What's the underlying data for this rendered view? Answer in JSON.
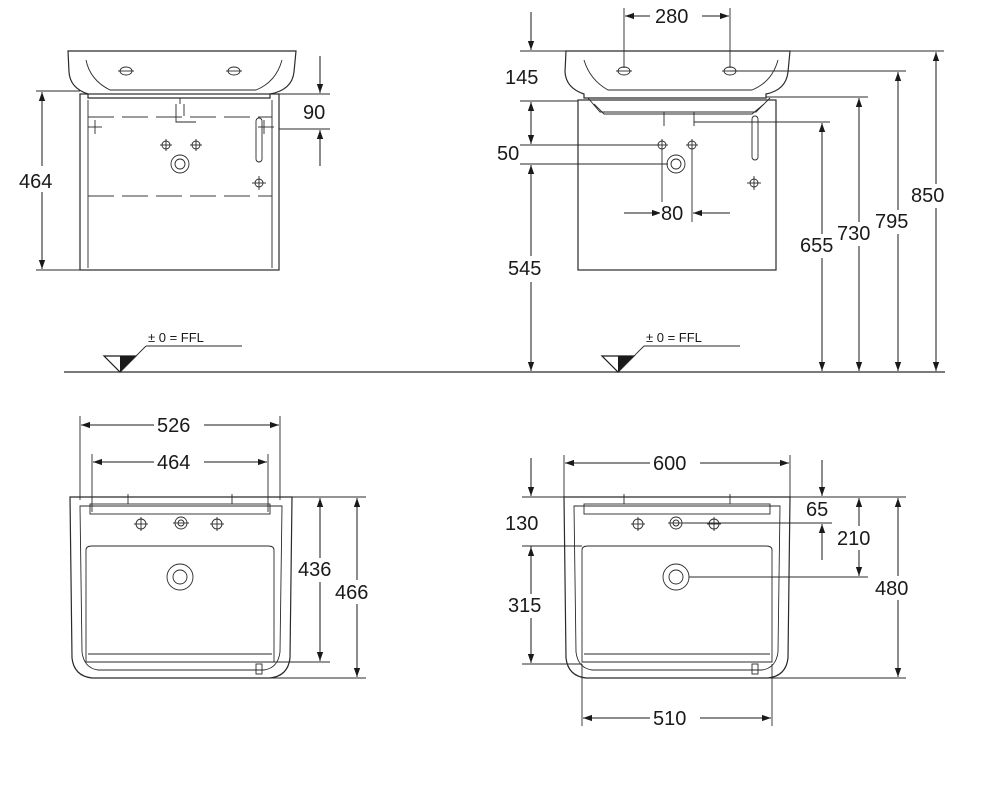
{
  "front_left": {
    "d_height": "464",
    "d_offset": "90"
  },
  "front_right": {
    "d_280": "280",
    "d_145": "145",
    "d_50": "50",
    "d_80": "80",
    "d_545": "545",
    "d_655": "655",
    "d_730": "730",
    "d_795": "795",
    "d_850": "850"
  },
  "floor": {
    "label": "± 0 = FFL"
  },
  "top_left": {
    "d_526": "526",
    "d_464": "464",
    "d_436": "436",
    "d_466": "466"
  },
  "top_right": {
    "d_600": "600",
    "d_130": "130",
    "d_65": "65",
    "d_210": "210",
    "d_315": "315",
    "d_480": "480",
    "d_510": "510"
  }
}
